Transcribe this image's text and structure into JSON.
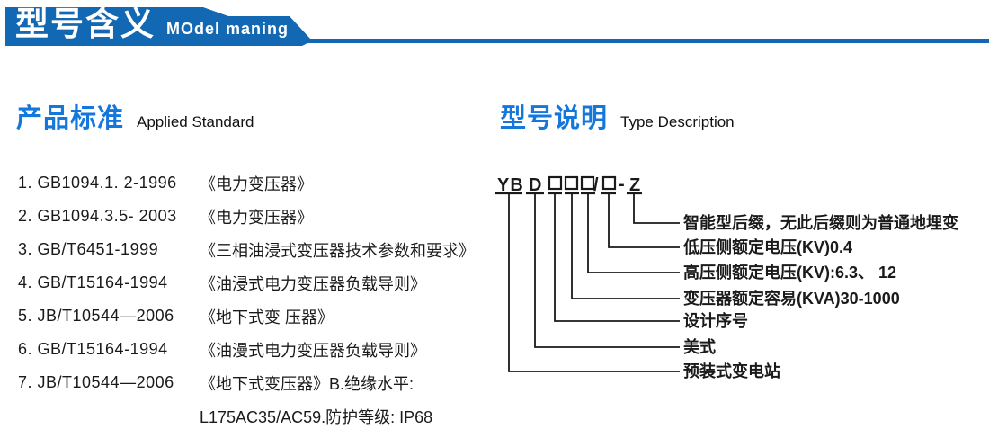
{
  "banner": {
    "title_zh": "型号含义",
    "title_en": "MOdel maning"
  },
  "standards": {
    "heading_zh": "产品标准",
    "heading_en": "Applied Standard",
    "items": [
      {
        "code": "1. GB1094.1. 2-1996",
        "title": "《电力变压器》"
      },
      {
        "code": "2. GB1094.3.5- 2003",
        "title": "《电力变压器》"
      },
      {
        "code": "3. GB/T6451-1999",
        "title": "《三相油浸式变压器技术参数和要求》"
      },
      {
        "code": "4. GB/T15164-1994",
        "title": "《油浸式电力变压器负载导则》"
      },
      {
        "code": "5. JB/T10544—2006",
        "title": "《地下式变 压器》"
      },
      {
        "code": "6. GB/T15164-1994",
        "title": "《油漫式电力变压器负载导则》"
      },
      {
        "code": "7. JB/T10544—2006",
        "title": "《地下式变压器》B.绝缘水平:"
      }
    ],
    "continuation": "L175AC35/AC59.防护等级: IP68"
  },
  "model": {
    "heading_zh": "型号说明",
    "heading_en": "Type Description",
    "code": {
      "prefix": "YB",
      "d": "D",
      "slash": "/",
      "dash": "-",
      "suffix": "Z"
    },
    "labels": [
      {
        "text": "智能型后缀，无此后缀则为普通地埋变"
      },
      {
        "text": "低压侧额定电压(KV)0.4"
      },
      {
        "text": "高压侧额定电压(KV):6.3、 12"
      },
      {
        "text": "变压器额定容易(KVA)30-1000"
      },
      {
        "text": "设计序号"
      },
      {
        "text": "美式"
      },
      {
        "text": "预装式变电站"
      }
    ]
  },
  "colors": {
    "banner_blue": "#1268b3",
    "heading_blue": "#1577dc",
    "text_black": "#1a1a1a"
  }
}
